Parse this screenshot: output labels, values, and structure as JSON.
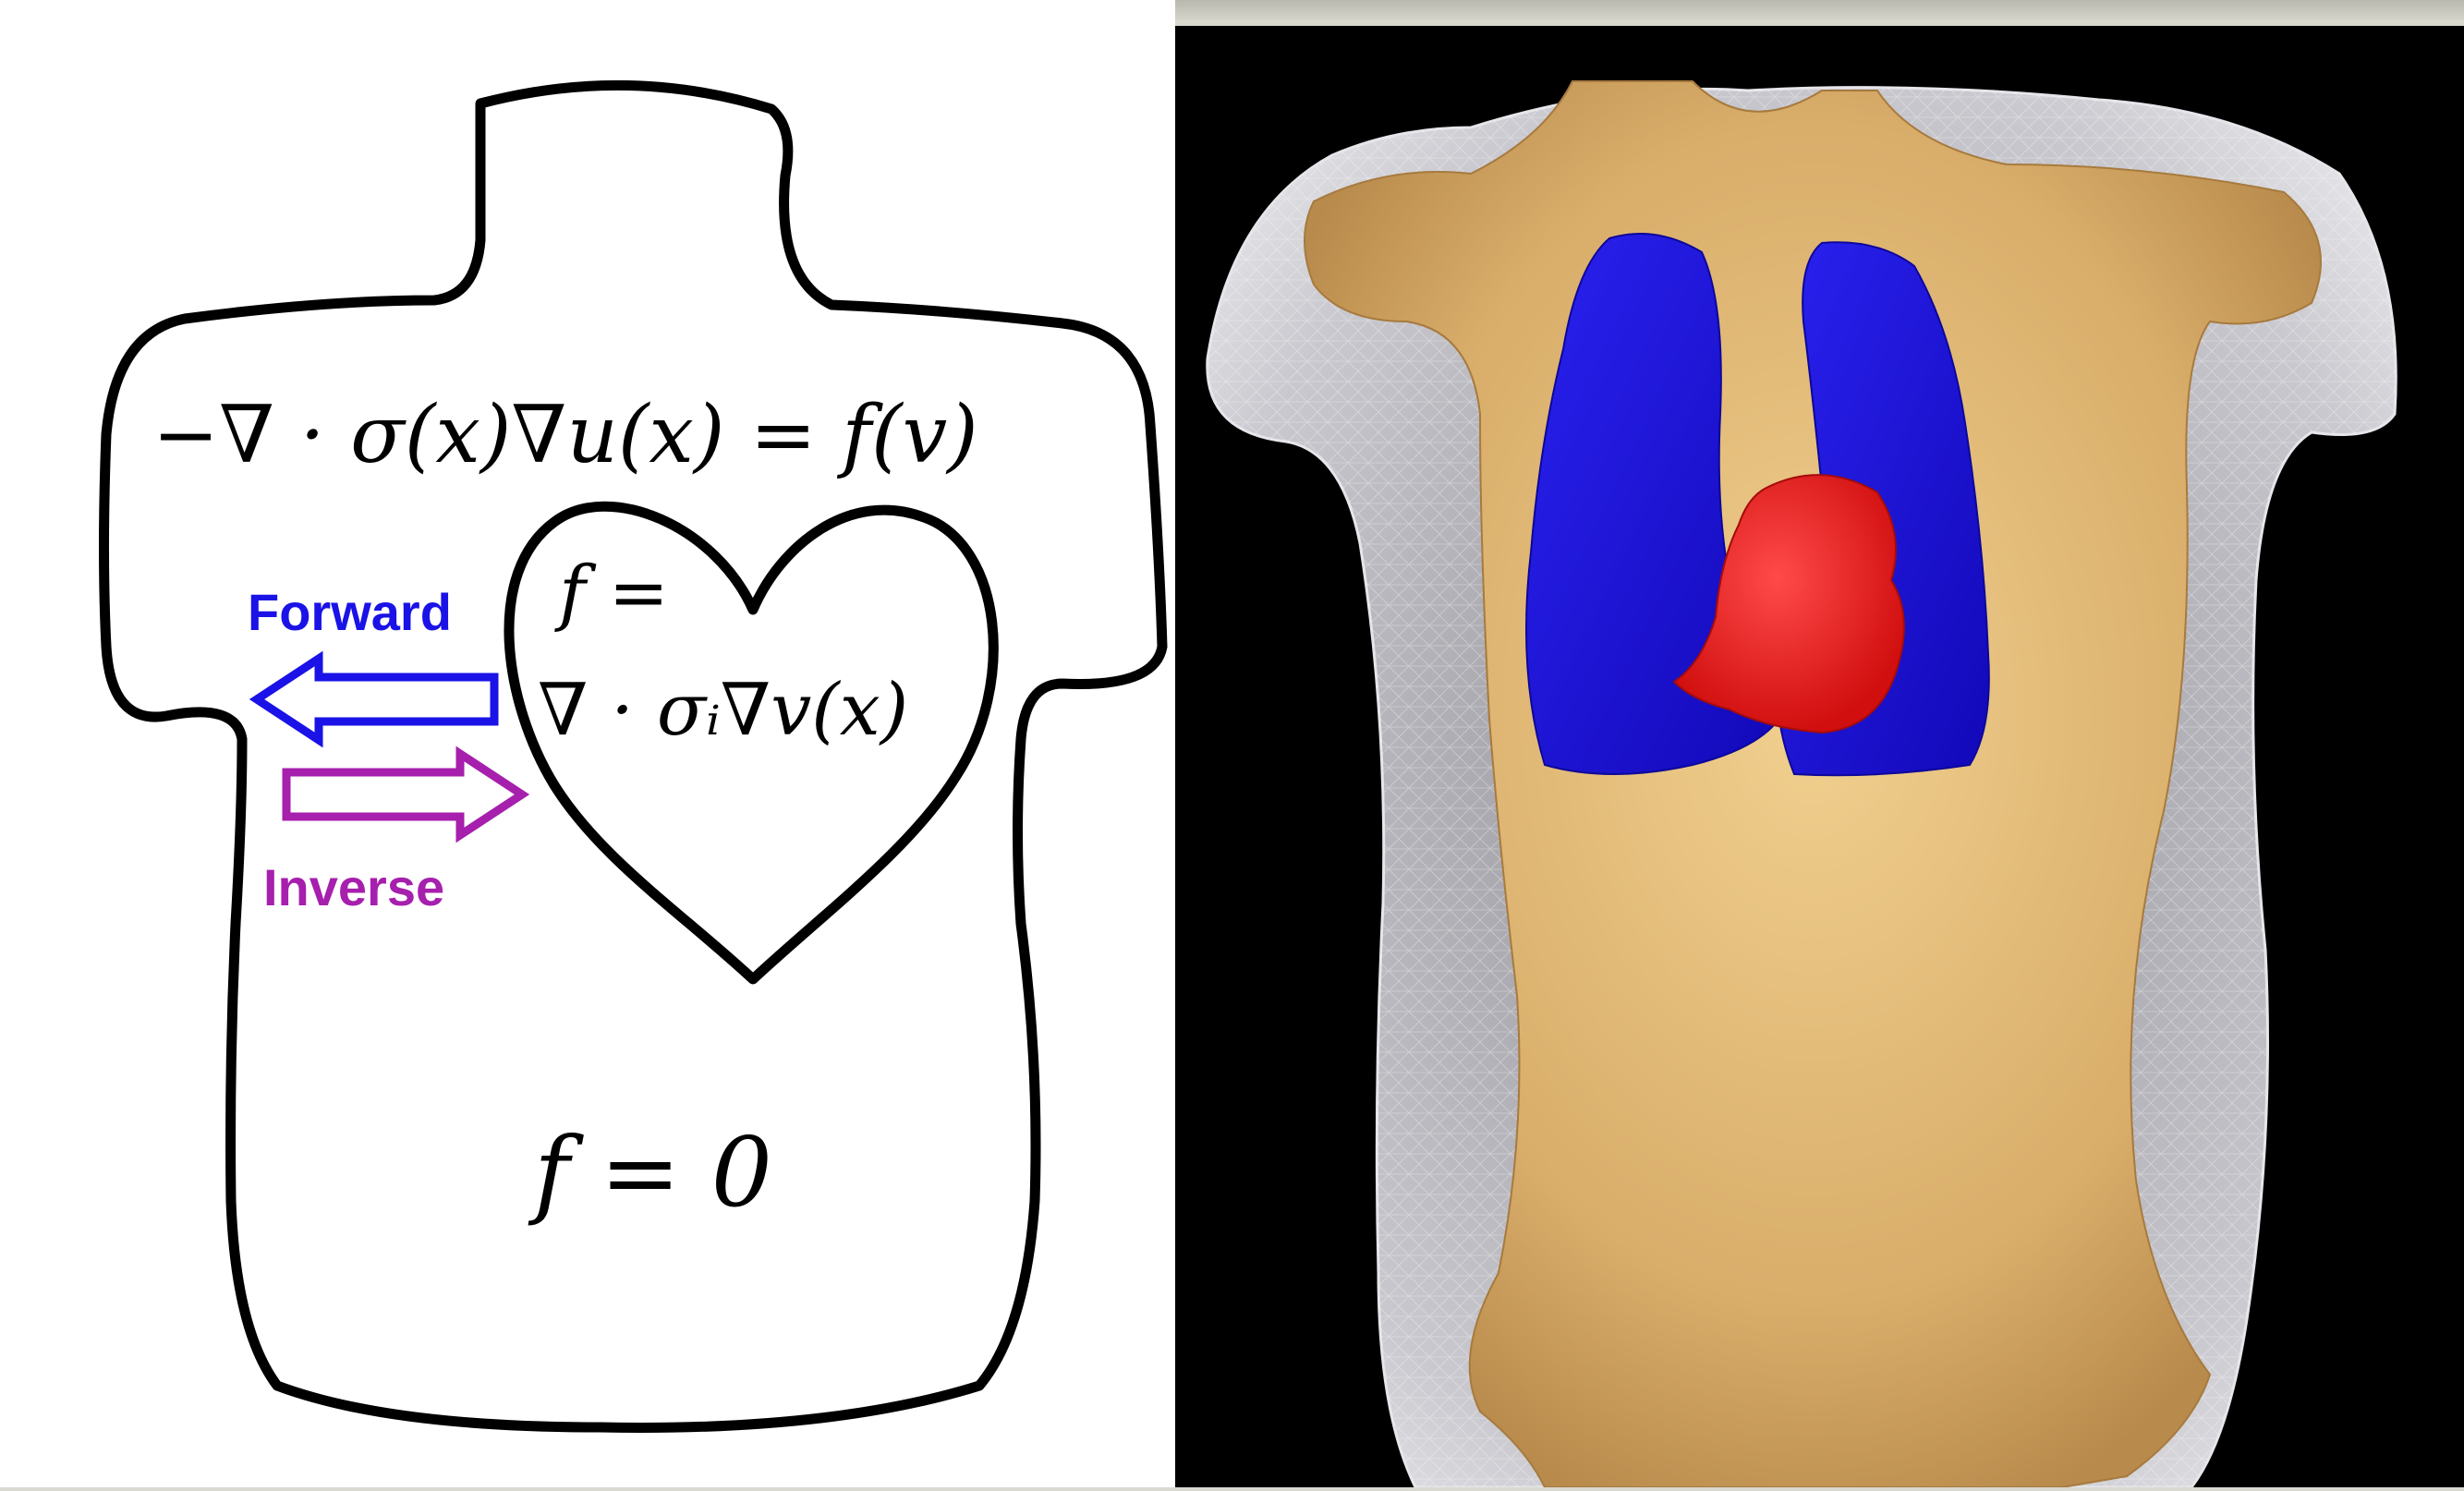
{
  "diagram": {
    "equation_main": "−∇ · σ(x)∇u(x) = f(v)",
    "heart_eq_line1": "f =",
    "heart_eq_line2": "∇ · σᵢ∇v(x)",
    "outside_eq": "f = 0",
    "forward_label": "Forward",
    "inverse_label": "Inverse"
  },
  "colors": {
    "forward": "#1a12e6",
    "inverse": "#a61fad",
    "lungs": "#1a14d9",
    "heart": "#e81a1a",
    "body": "#e2b878",
    "skin": "#d2d2d8",
    "background_3d": "#000000"
  }
}
